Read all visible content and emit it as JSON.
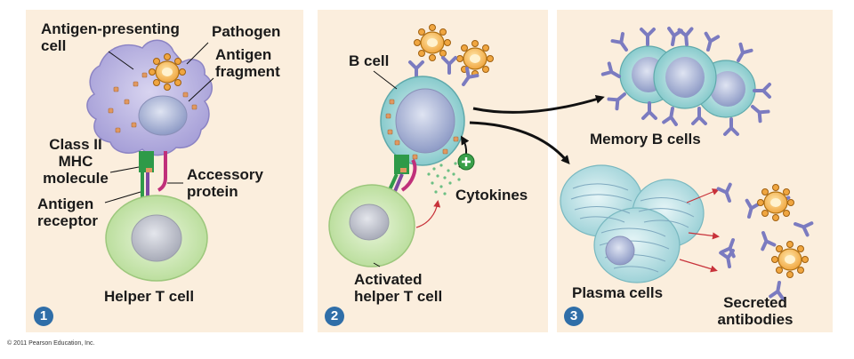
{
  "panel1": {
    "step": "1",
    "apc_label": "Antigen-presenting\ncell",
    "pathogen_label": "Pathogen",
    "fragment_label": "Antigen\nfragment",
    "mhc_label": "Class II\nMHC\nmolecule",
    "accessory_label": "Accessory\nprotein",
    "receptor_label": "Antigen\nreceptor",
    "helper_label": "Helper T cell"
  },
  "panel2": {
    "step": "2",
    "bcell_label": "B cell",
    "cytokines_label": "Cytokines",
    "activated_label": "Activated\nhelper T cell"
  },
  "panel3": {
    "step": "3",
    "memory_label": "Memory B cells",
    "plasma_label": "Plasma cells",
    "antibodies_label": "Secreted\nantibodies"
  },
  "copyright": "© 2011 Pearson Education, Inc.",
  "colors": {
    "panel_bg": "#fbeedd",
    "apc": "#a9a3d9",
    "helper_t": "#c8e5b0",
    "b_cell": "#a8d8d8",
    "plasma": "#b5dde0",
    "antibody": "#7b7bc0",
    "pathogen": "#f0a640",
    "mhc": "#2e9a48",
    "accessory": "#c0307a",
    "badge": "#2f6ea8"
  }
}
